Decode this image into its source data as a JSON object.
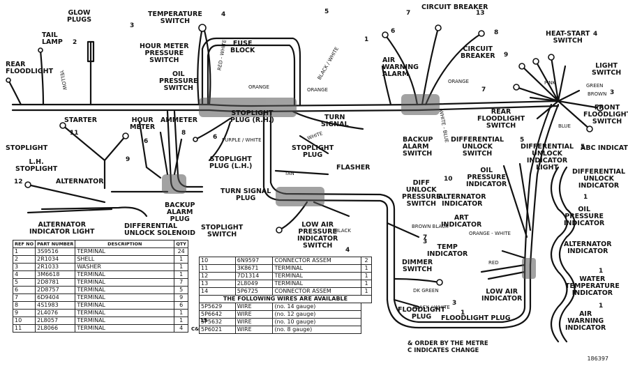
{
  "labels": {
    "glow_plug": "GLOW\nPLUGS",
    "temperature_switch": "TEMPERATURE\nSWITCH",
    "circuit_breaker_top": "CIRCUIT BREAKER",
    "tail_lamp": "TAIL\nLAMP",
    "hour_meter_pressure_switch": "HOUR METER\nPRESSURE\nSWITCH",
    "oil_pressure_switch": "OIL\nPRESSURE\nSWITCH",
    "fuse_block": "FUSE\nBLOCK",
    "air_warning_alarm": "AIR\nWARNING\nALARM",
    "circuit_breaker_mid": "CIRCUIT\nBREAKER",
    "heat_start_switch": "HEAT-START\nSWITCH",
    "light_switch": "LIGHT\nSWITCH",
    "rear_floodlight_left": "REAR\nFLOODLIGHT",
    "starter": "STARTER",
    "hour_meter": "HOUR\nMETER",
    "ammeter": "AMMETER",
    "stoplight_plug_rh": "STOPLIGHT\nPLUG (R.H.)",
    "turn_signal": "TURN\nSIGNAL",
    "rear_floodlight_switch": "REAR\nFLOODLIGHT\nSWITCH",
    "front_floodlight_switch": "FRONT\nFLOODLIGHT\nSWITCH",
    "stoplight_left": "STOPLIGHT",
    "lh_stoplight": "L.H.\nSTOPLIGHT",
    "stoplight_plug_center": "STOPLIGHT\nPLUG",
    "backup_alarm_switch": "BACKUP\nALARM\nSWITCH",
    "differential_unlock_switch": "DIFFERENTIAL\nUNLOCK\nSWITCH",
    "differential_unlock_indicator_light": "DIFFERENTIAL\nUNLOCK\nINDICATOR\nLIGHT",
    "abc_indicator": "ABC INDICATOR",
    "alternator": "ALTERNATOR",
    "stoplight_plug_lh": "STOPLIGHT\nPLUG (L.H.)",
    "flasher": "FLASHER",
    "oil_pressure_indicator": "OIL\nPRESSURE\nINDICATOR",
    "differential_unlock_indicator": "DIFFERENTIAL\nUNLOCK\nINDICATOR",
    "turn_signal_plug": "TURN SIGNAL\nPLUG",
    "backup_alarm_plug": "BACKUP\nALARM\nPLUG",
    "alternator_indicator_light": "ALTERNATOR\nINDICATOR LIGHT",
    "differential_unlock_solenoid": "DIFFERENTIAL\nUNLOCK SOLENOID",
    "diff_unlock_pressure_switch": "DIFF\nUNLOCK\nPRESSURE\nSWITCH",
    "alternator_indicator_center": "ALTERNATOR\nINDICATOR",
    "art_indicator": "ART\nINDICATOR",
    "oil_pressure_indicator_right": "OIL\nPRESSURE\nINDICATOR",
    "stoplight_switch": "STOPLIGHT\nSWITCH",
    "low_air_pressure_indicator_switch": "LOW AIR\nPRESSURE\nINDICATOR\nSWITCH",
    "alternator_indicator_right": "ALTERNATOR\nINDICATOR",
    "temp_indicator": "TEMP\nINDICATOR",
    "dimmer_switch": "DIMMER\nSWITCH",
    "water_temperature_indicator": "WATER\nTEMPERATURE\nINDICATOR",
    "low_air_indicator": "LOW AIR\nINDICATOR",
    "floodlight_plug_left": "FLOODLIGHT\nPLUG",
    "floodlight_plug": "FLOODLIGHT PLUG",
    "air_warning_indicator": "AIR\nWARNING\nINDICATOR"
  },
  "wire_colors": {
    "red_white": "RED - WHITE",
    "black_white": "BLACK / WHITE",
    "orange": "ORANGE",
    "white": "WHITE",
    "brown_black": "BROWN BLACK",
    "purple_white": "PURPLE / WHITE",
    "tan": "TAN",
    "yellow": "YELLOW",
    "red": "RED",
    "blue": "BLUE",
    "green": "GREEN",
    "pink": "PINK",
    "brown": "BROWN",
    "black": "BLACK",
    "white_blue": "WHITE - BLUE",
    "dk_green": "DK GREEN",
    "orange_white": "ORANGE - WHITE"
  },
  "callouts": {
    "n1": "1",
    "n2": "2",
    "n3": "3",
    "n4": "4",
    "n5": "5",
    "n6": "6",
    "n7": "7",
    "n8": "8",
    "n9": "9",
    "n10": "10",
    "n11": "11",
    "n12": "12",
    "n13": "13"
  },
  "parts_table_left": {
    "headers": [
      "REF\nNO",
      "PART\nNUMBER",
      "DESCRIPTION",
      "QTY"
    ],
    "rows": [
      [
        "1",
        "3S9516",
        "TERMINAL",
        "24"
      ],
      [
        "2",
        "2R1034",
        "SHELL",
        "1"
      ],
      [
        "3",
        "2R1033",
        "WASHER",
        "1"
      ],
      [
        "4",
        "3M6618",
        "TERMINAL",
        "1"
      ],
      [
        "5",
        "2D8781",
        "TERMINAL",
        "7"
      ],
      [
        "6",
        "2D8757",
        "TERMINAL",
        "5"
      ],
      [
        "7",
        "6D9404",
        "TERMINAL",
        "9"
      ],
      [
        "8",
        "4S1983",
        "TERMINAL",
        "6"
      ],
      [
        "9",
        "2L4076",
        "TERMINAL",
        "1"
      ],
      [
        "10",
        "2L8057",
        "TERMINAL",
        "1"
      ],
      [
        "11",
        "2L8066",
        "TERMINAL",
        "4"
      ]
    ]
  },
  "parts_table_right": {
    "rows": [
      [
        "10",
        "6N9597",
        "CONNECTOR ASSEM",
        "2"
      ],
      [
        "11",
        "3K8671",
        "TERMINAL",
        "1"
      ],
      [
        "12",
        "7D1314",
        "TERMINAL",
        "1"
      ],
      [
        "13",
        "2L8049",
        "TERMINAL",
        "1"
      ],
      [
        "14",
        "5P6725",
        "CONNECTOR ASSEM",
        "1"
      ]
    ],
    "wires_heading": "THE FOLLOWING WIRES ARE AVAILABLE",
    "wires": [
      [
        "5P5629",
        "WIRE",
        "(no. 14 gauge)"
      ],
      [
        "5P6642",
        "WIRE",
        "(no. 12 gauge)"
      ],
      [
        "5P5632",
        "WIRE",
        "(no. 10 gauge)"
      ],
      [
        "5P6021",
        "WIRE",
        "(no. 8 gauge)"
      ]
    ],
    "side_marks": "C&",
    "ref_15": "15"
  },
  "footnote": "& ORDER BY THE METRE\nC INDICATES CHANGE",
  "figure_number": "186397"
}
